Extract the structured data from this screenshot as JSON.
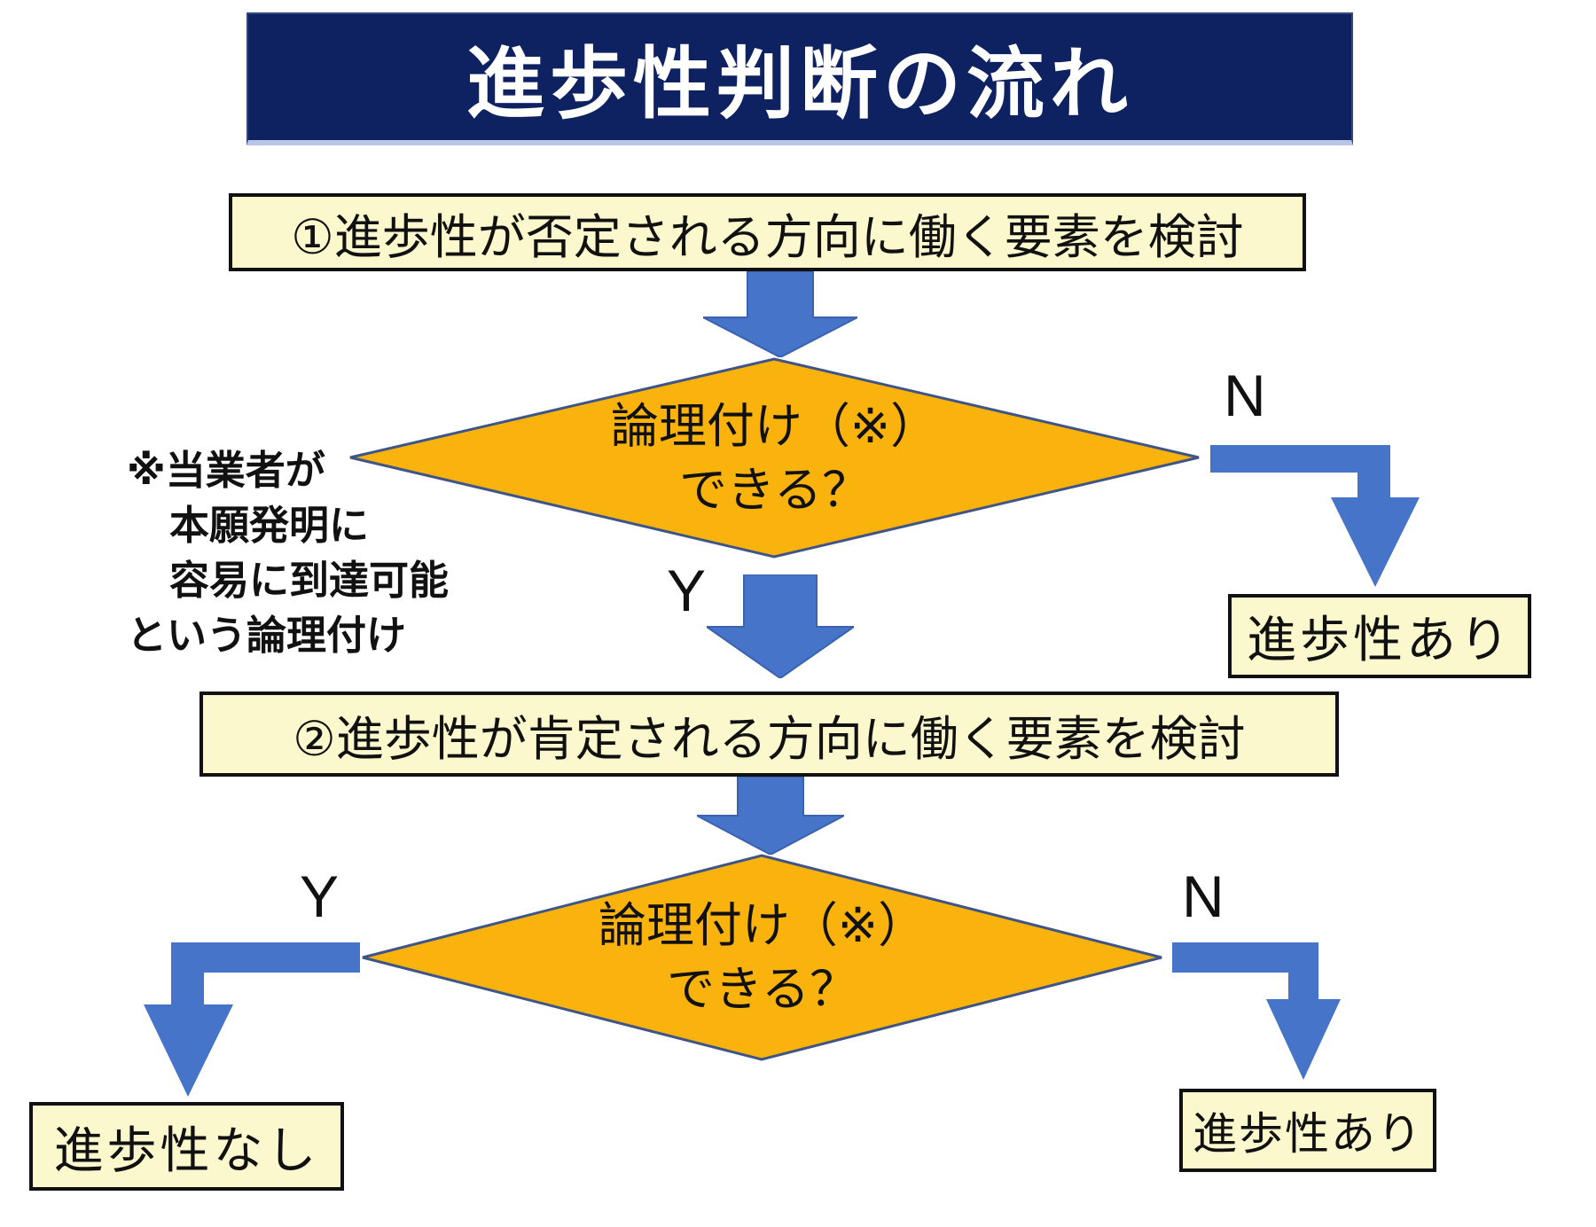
{
  "title": "進歩性判断の流れ",
  "colors": {
    "title_bg": "#0e2161",
    "title_text": "#ffffff",
    "box_bg": "#fcf8cd",
    "box_border": "#111111",
    "diamond_fill": "#fab30d",
    "diamond_border": "#3f5587",
    "arrow_blue": "#4674c8",
    "text": "#111111"
  },
  "steps": {
    "step1": "①進歩性が否定される方向に働く要素を検討",
    "step2": "②進歩性が肯定される方向に働く要素を検討"
  },
  "decisions": {
    "d1": {
      "line1": "論理付け（※）",
      "line2": "できる？",
      "label_no": "N",
      "label_yes": "Y"
    },
    "d2": {
      "line1": "論理付け（※）",
      "line2": "できる？",
      "label_yes": "Y",
      "label_no": "N"
    }
  },
  "note": {
    "line1": "※当業者が",
    "line2": "本願発明に",
    "line3": "容易に到達可能",
    "line4": "という論理付け"
  },
  "outcomes": {
    "top_right": "進歩性あり",
    "bottom_left": "進歩性なし",
    "bottom_right": "進歩性あり"
  }
}
